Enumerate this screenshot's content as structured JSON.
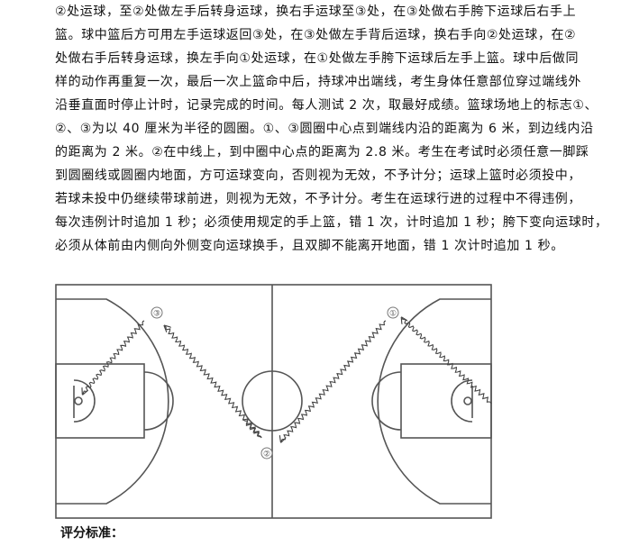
{
  "document": {
    "paragraph_lines": [
      "②处运球，至②处做左手后转身运球，换右手运球至③处，在③处做右手胯下运球后右手上",
      "篮。球中篮后方可用左手运球返回③处，在③处做左手背后运球，换右手向②处运球，在②",
      "处做右手后转身运球，换左手向①处运球，在①处做左手胯下运球后左手上篮。球中后做同",
      "样的动作再重复一次，最后一次上篮命中后，持球冲出端线，考生身体任意部位穿过端线外",
      "沿垂直面时停止计时，记录完成的时间。每人测试 2 次，取最好成绩。篮球场地上的标志①、",
      "②、③为以 40 厘米为半径的圆圈。①、③圆圈中心点到端线内沿的距离为 6 米，到边线内沿",
      "的距离为 2 米。②在中线上，到中圈中心点的距离为 2.8 米。考生在考试时必须任意一脚踩",
      "到圆圈线或圆圈内地面，方可运球变向，否则视为无效，不予计分；运球上篮时必须投中，",
      "若球未投中仍继续带球前进，则视为无效，不予计分。考生在运球行进的过程中不得违例，",
      "每次违例计时追加 1 秒；必须使用规定的手上篮，错 1 次，计时追加 1 秒；胯下变向运球时，",
      "必须从体前由内侧向外侧变向运球换手，且双脚不能离开地面，错 1 次计时追加 1 秒。"
    ],
    "scoring_heading": "评分标准："
  },
  "diagram": {
    "title": "basketball-court-dribbling-route",
    "markers": [
      {
        "label": "③",
        "id": "marker-3"
      },
      {
        "label": "①",
        "id": "marker-1"
      },
      {
        "label": "②",
        "id": "marker-2"
      }
    ],
    "line_color": "#555555",
    "path_color": "#444444"
  }
}
